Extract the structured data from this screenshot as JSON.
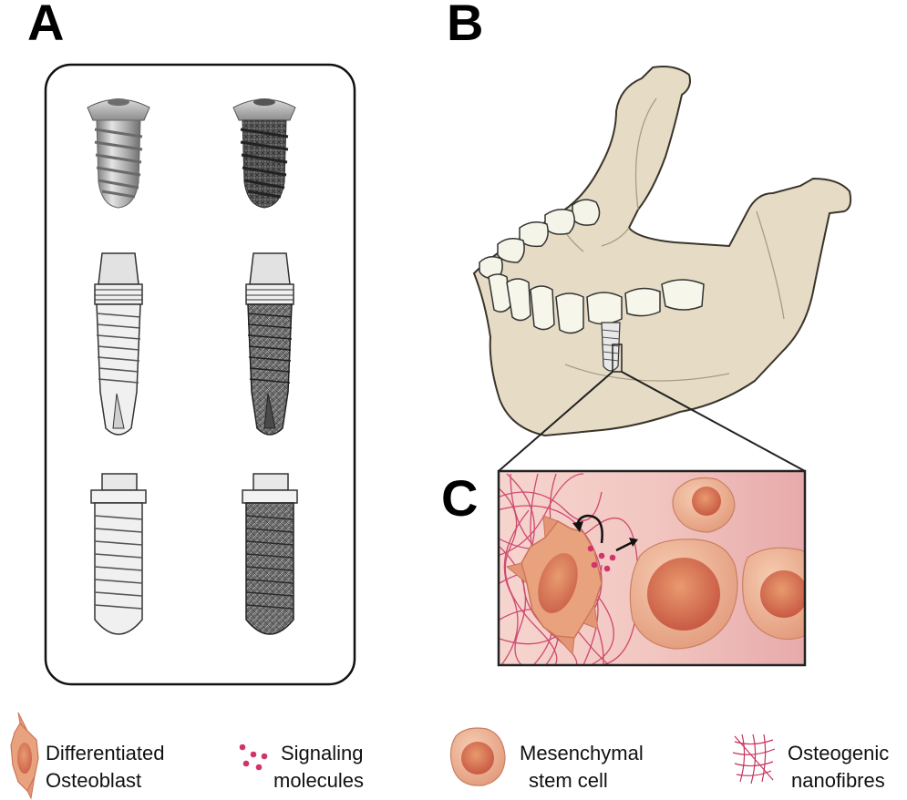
{
  "panels": {
    "a": "A",
    "b": "B",
    "c": "C"
  },
  "legend": {
    "osteoblast": {
      "line1": "Differentiated",
      "line2": "Osteoblast",
      "icon": "osteoblast-icon"
    },
    "signaling": {
      "line1": "Signaling",
      "line2": "molecules",
      "icon": "signaling-molecules-icon"
    },
    "stem_cell": {
      "line1": "Mesenchymal",
      "line2": "stem cell",
      "icon": "stem-cell-icon"
    },
    "nanofibres": {
      "line1": "Osteogenic",
      "line2": "nanofibres",
      "icon": "nanofibres-icon"
    }
  },
  "colors": {
    "bone": "#e6dcc6",
    "bone_stroke": "#5c5346",
    "tooth": "#f4f4e8",
    "metal_light": "#b9b9b9",
    "metal_dark": "#555555",
    "fibre": "#c8325f",
    "cell_outer": "#ebaf90",
    "cell_nucleus": "#d46a4e",
    "bg_pink": "#f3c9c4"
  }
}
